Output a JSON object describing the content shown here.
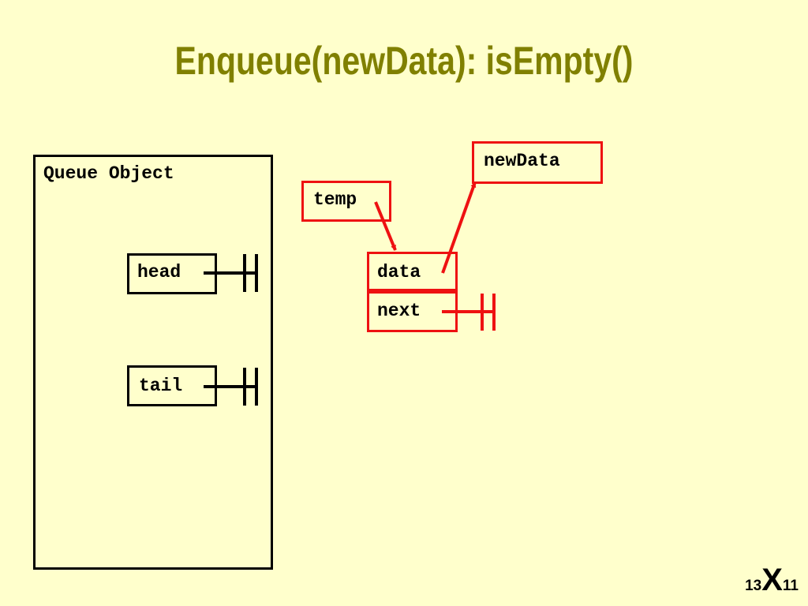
{
  "title": "Enqueue(newData): isEmpty()",
  "queue_object": {
    "label": "Queue Object",
    "fields": [
      {
        "label": "head",
        "value": "null"
      },
      {
        "label": "tail",
        "value": "null"
      }
    ]
  },
  "temp": {
    "label": "temp",
    "points_to": "node.data"
  },
  "new_data": {
    "label": "newData"
  },
  "node": {
    "fields": [
      {
        "label": "data",
        "points_to": "newData"
      },
      {
        "label": "next",
        "value": "null"
      }
    ]
  },
  "slide_number": {
    "left": "13",
    "middle": "X",
    "right": "11"
  },
  "colors": {
    "background": "#ffffcc",
    "title": "#808000",
    "queue_border": "#000000",
    "node_border": "#ee1111"
  }
}
